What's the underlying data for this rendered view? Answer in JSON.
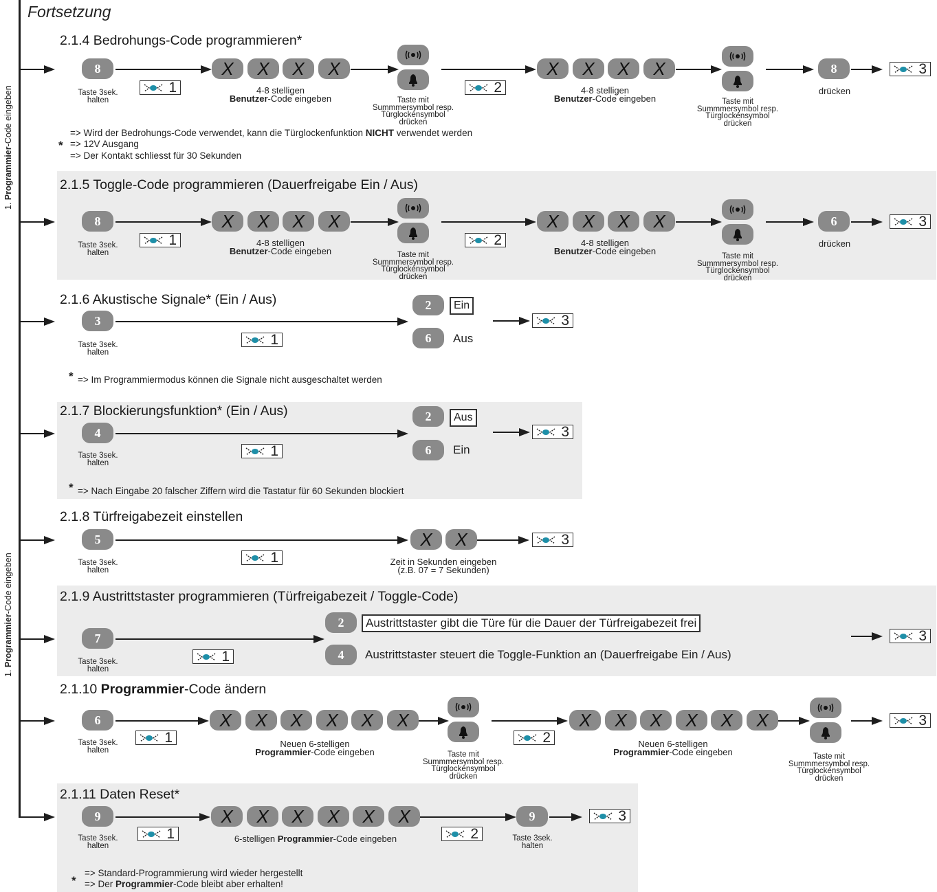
{
  "header": {
    "title": "Fortsetzung"
  },
  "sidebar": {
    "top": {
      "prefix": "1. ",
      "bold": "Programmier",
      "suffix": "-Code eingeben"
    },
    "bottom": {
      "prefix": "1. ",
      "bold": "Programmier",
      "suffix": "-Code eingeben"
    }
  },
  "common": {
    "hold_line1": "Taste 3sek.",
    "hold_line2": "halten",
    "press": "drücken",
    "user_code_line1": "4-8 stelligen",
    "user_code_bold": "Benutzer",
    "user_code_rest": "-Code eingeben",
    "bell_line1": "Taste mit",
    "bell_line2": "Summmersymbol resp.",
    "bell_line3": "Türglockensymbol",
    "bell_line4": "drücken",
    "led1": "1",
    "led2": "2",
    "led3": "3",
    "x": "X"
  },
  "s214": {
    "title": "2.1.4 Bedrohungs-Code programmieren*",
    "key1": "8",
    "key2": "8",
    "note1_pre": "=> Wird der Bedrohungs-Code verwendet, kann die Türglockenfunktion ",
    "note1_bold": "NICHT",
    "note1_post": " verwendet werden",
    "note2": "=> 12V Ausgang",
    "note3": "=> Der Kontakt schliesst für 30 Sekunden",
    "star": "*"
  },
  "s215": {
    "title": "2.1.5 Toggle-Code programmieren (Dauerfreigabe Ein / Aus)",
    "key1": "8",
    "key2": "6"
  },
  "s216": {
    "title": "2.1.6 Akustische Signale* (Ein / Aus)",
    "key1": "3",
    "opt1_key": "2",
    "opt1_label": "Ein",
    "opt2_key": "6",
    "opt2_label": "Aus",
    "star": "*",
    "note": "=> Im Programmiermodus können die Signale nicht ausgeschaltet werden"
  },
  "s217": {
    "title": "2.1.7 Blockierungsfunktion* (Ein / Aus)",
    "key1": "4",
    "opt1_key": "2",
    "opt1_label": "Aus",
    "opt2_key": "6",
    "opt2_label": "Ein",
    "star": "*",
    "note": "=> Nach Eingabe 20 falscher Ziffern wird die Tastatur für 60 Sekunden blockiert"
  },
  "s218": {
    "title": "2.1.8 Türfreigabezeit einstellen",
    "key1": "5",
    "time_line1": "Zeit in Sekunden eingeben",
    "time_line2": "(z.B. 07 = 7 Sekunden)"
  },
  "s219": {
    "title": "2.1.9 Austrittstaster programmieren (Türfreigabezeit / Toggle-Code)",
    "key1": "7",
    "opt1_key": "2",
    "opt1_label": "Austrittstaster gibt die Türe für die Dauer der Türfreigabezeit frei",
    "opt2_key": "4",
    "opt2_label": "Austrittstaster steuert die Toggle-Funktion an (Dauerfreigabe Ein / Aus)"
  },
  "s2110": {
    "title_pre": "2.1.10 ",
    "title_bold": "Programmier",
    "title_post": "-Code ändern",
    "key1": "6",
    "code_line1": "Neuen 6-stelligen",
    "code_bold": "Programmier",
    "code_rest": "-Code eingeben"
  },
  "s2111": {
    "title": "2.1.11 Daten Reset*",
    "key1": "9",
    "key2": "9",
    "code_pre": "6-stelligen ",
    "code_bold": "Programmier",
    "code_post": "-Code eingeben",
    "note1": "=> Standard-Programmierung wird wieder hergestellt",
    "note2_pre": "=> Der ",
    "note2_bold": "Programmier",
    "note2_post": "-Code bleibt aber erhalten!",
    "star": "*"
  }
}
